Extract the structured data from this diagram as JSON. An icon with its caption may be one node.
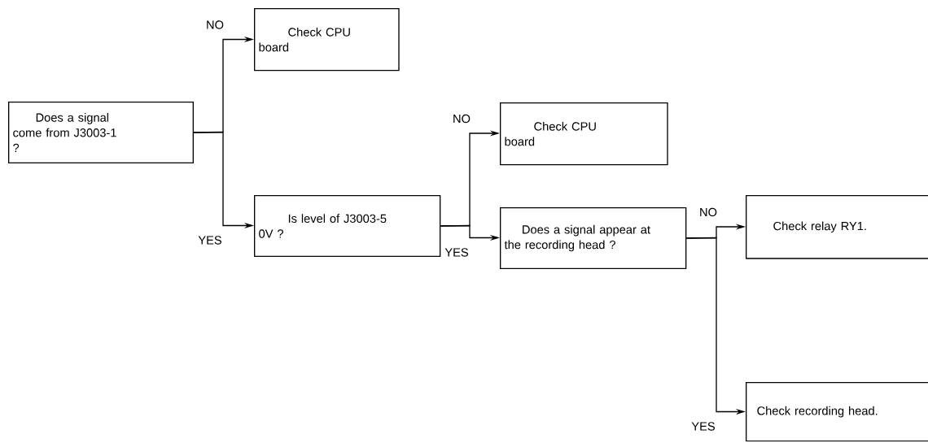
{
  "diagram": {
    "nodes": [
      {
        "text": [
          "Does a signal come from J3003-1 ?"
        ]
      },
      {
        "text": [
          "Check CPU board"
        ]
      },
      {
        "text": [
          "Is level of J3003-5 0V ?"
        ]
      },
      {
        "text": [
          "Check CPU board"
        ]
      },
      {
        "text": [
          "Does a signal appear at the recording head ?"
        ]
      },
      {
        "text": [
          "Check relay RY1."
        ]
      },
      {
        "text": [
          "Check recording head."
        ]
      }
    ],
    "edges": [
      {
        "from": 0,
        "to": 1,
        "arrow": "to",
        "label": "NO"
      },
      {
        "from": 0,
        "to": 2,
        "arrow": "to",
        "label": "YES"
      },
      {
        "from": 2,
        "to": 3,
        "arrow": "to",
        "label": "NO"
      },
      {
        "from": 2,
        "to": 4,
        "arrow": "to",
        "label": "YES"
      },
      {
        "from": 4,
        "to": 5,
        "arrow": "to",
        "label": "NO"
      },
      {
        "from": 4,
        "to": 6,
        "arrow": "to",
        "label": "YES"
      }
    ]
  }
}
